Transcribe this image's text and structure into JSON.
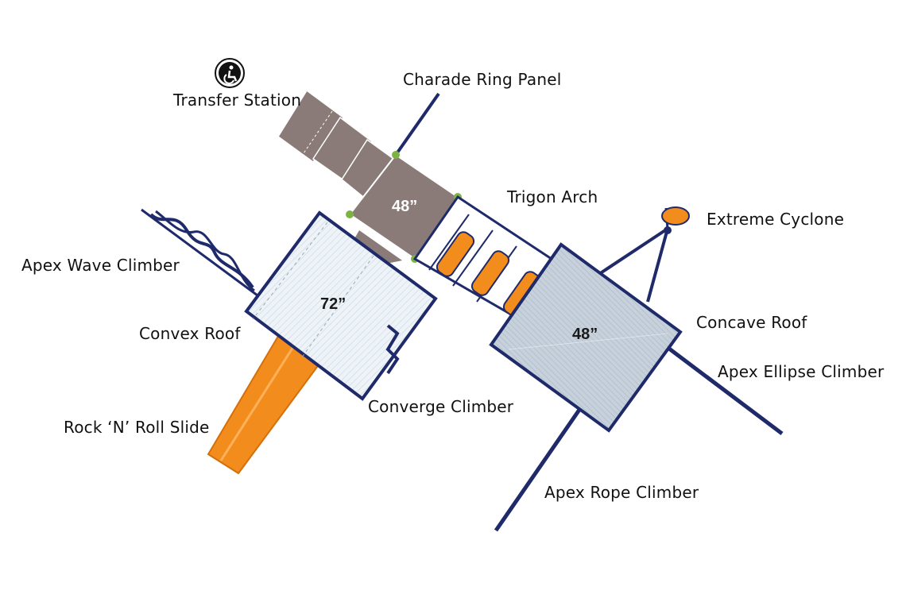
{
  "colors": {
    "frame": "#1f2a6b",
    "deck_gray": "#8a7b78",
    "orange": "#f28c1c",
    "roof_light": "#e8eef5",
    "roof_gray": "#c9d3de",
    "ball_green": "#7cb342"
  },
  "labels": {
    "transfer_station": "Transfer Station",
    "charade_ring_panel": "Charade Ring Panel",
    "trigon_arch": "Trigon Arch",
    "extreme_cyclone": "Extreme Cyclone",
    "apex_wave_climber": "Apex Wave Climber",
    "convex_roof": "Convex Roof",
    "concave_roof": "Concave Roof",
    "apex_ellipse_climber": "Apex Ellipse Climber",
    "converge_climber": "Converge Climber",
    "rock_n_roll_slide": "Rock ‘N’ Roll Slide",
    "apex_rope_climber": "Apex Rope Climber"
  },
  "decks": {
    "top_deck": "48”",
    "convex_roof_height": "72”",
    "concave_roof_height": "48”"
  },
  "icons": {
    "transfer_station": "wheelchair-accessible-icon"
  }
}
